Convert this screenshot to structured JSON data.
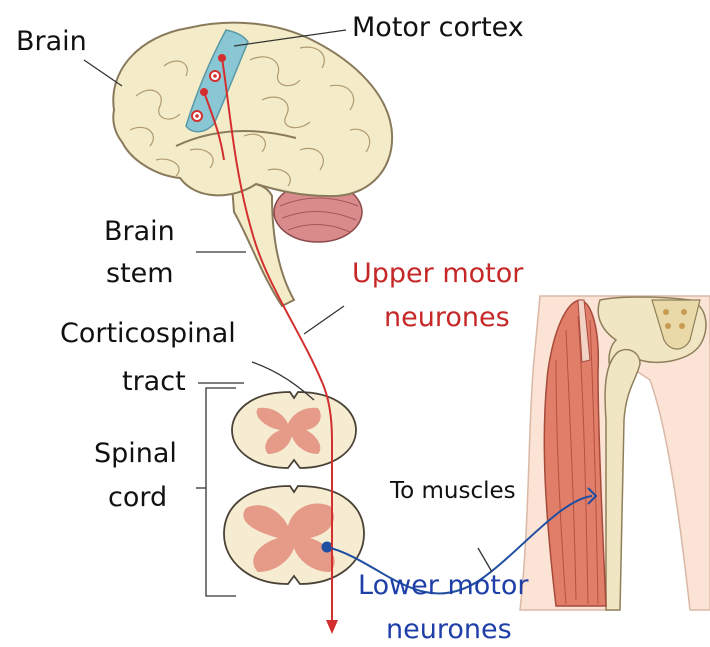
{
  "labels": {
    "brain": "Brain",
    "motor_cortex": "Motor cortex",
    "brain_stem_1": "Brain",
    "brain_stem_2": "stem",
    "upper_1": "Upper motor",
    "upper_2": "neurones",
    "corticospinal_1": "Corticospinal",
    "corticospinal_2": "tract",
    "spinal_1": "Spinal",
    "spinal_2": "cord",
    "to_muscles": "To muscles",
    "lower_1": "Lower motor",
    "lower_2": "neurones"
  },
  "colors": {
    "brain_fill": "#f4ecc8",
    "brain_outline": "#8a7a5c",
    "motor_cortex": "#7fc4d6",
    "cerebellum": "#d98b8b",
    "upper_neurone": "#d32f2f",
    "lower_neurone": "#1f4fa0",
    "label_text": "#111111",
    "upper_label": "#c62828",
    "lower_label": "#1f3fa8",
    "grey_matter": "#e69a88",
    "muscle": "#e07e6a",
    "bone": "#f1e6c4",
    "skin": "#fbe3d6"
  }
}
